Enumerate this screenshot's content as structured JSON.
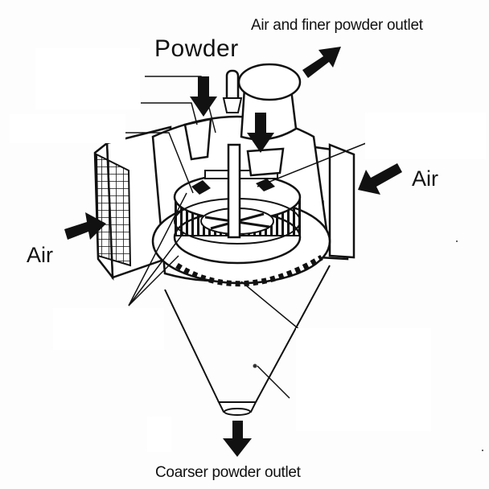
{
  "labels": {
    "powder": "Powder",
    "air_outlet": "Air and finer powder outlet",
    "air_right": "Air",
    "air_left": "Air",
    "coarse_outlet": "Coarser powder outlet"
  },
  "colors": {
    "ink": "#111111",
    "paper": "#fdfdfd",
    "label_box": "#ffffff"
  }
}
